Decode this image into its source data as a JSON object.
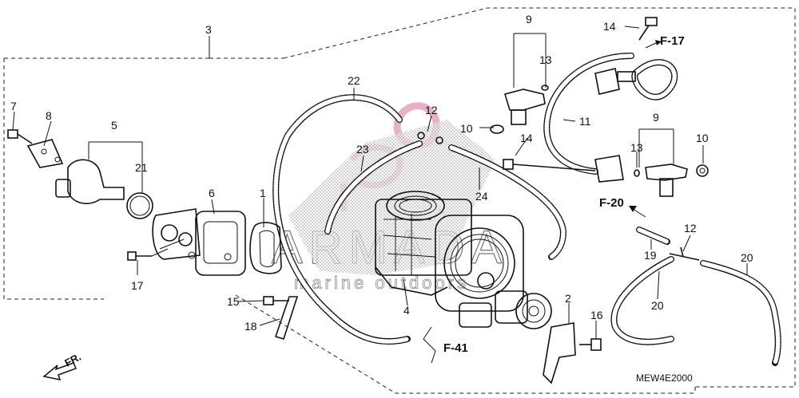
{
  "diagram": {
    "code": "MEW4E2000",
    "watermark": {
      "brand": "ARMADA",
      "subtitle": "marine outdoors"
    },
    "direction": "FR.",
    "refs": {
      "f17": "F-17",
      "f20": "F-20",
      "f41": "F-41"
    },
    "callouts": {
      "c1": "1",
      "c2": "2",
      "c3": "3",
      "c4": "4",
      "c5": "5",
      "c6": "6",
      "c7": "7",
      "c8": "8",
      "c9a": "9",
      "c9b": "9",
      "c10a": "10",
      "c10b": "10",
      "c11": "11",
      "c12a": "12",
      "c12b": "12",
      "c13a": "13",
      "c13b": "13",
      "c14a": "14",
      "c14b": "14",
      "c15": "15",
      "c16": "16",
      "c17": "17",
      "c18": "18",
      "c19": "19",
      "c20a": "20",
      "c20b": "20",
      "c21": "21",
      "c22": "22",
      "c23": "23",
      "c24": "24"
    }
  }
}
